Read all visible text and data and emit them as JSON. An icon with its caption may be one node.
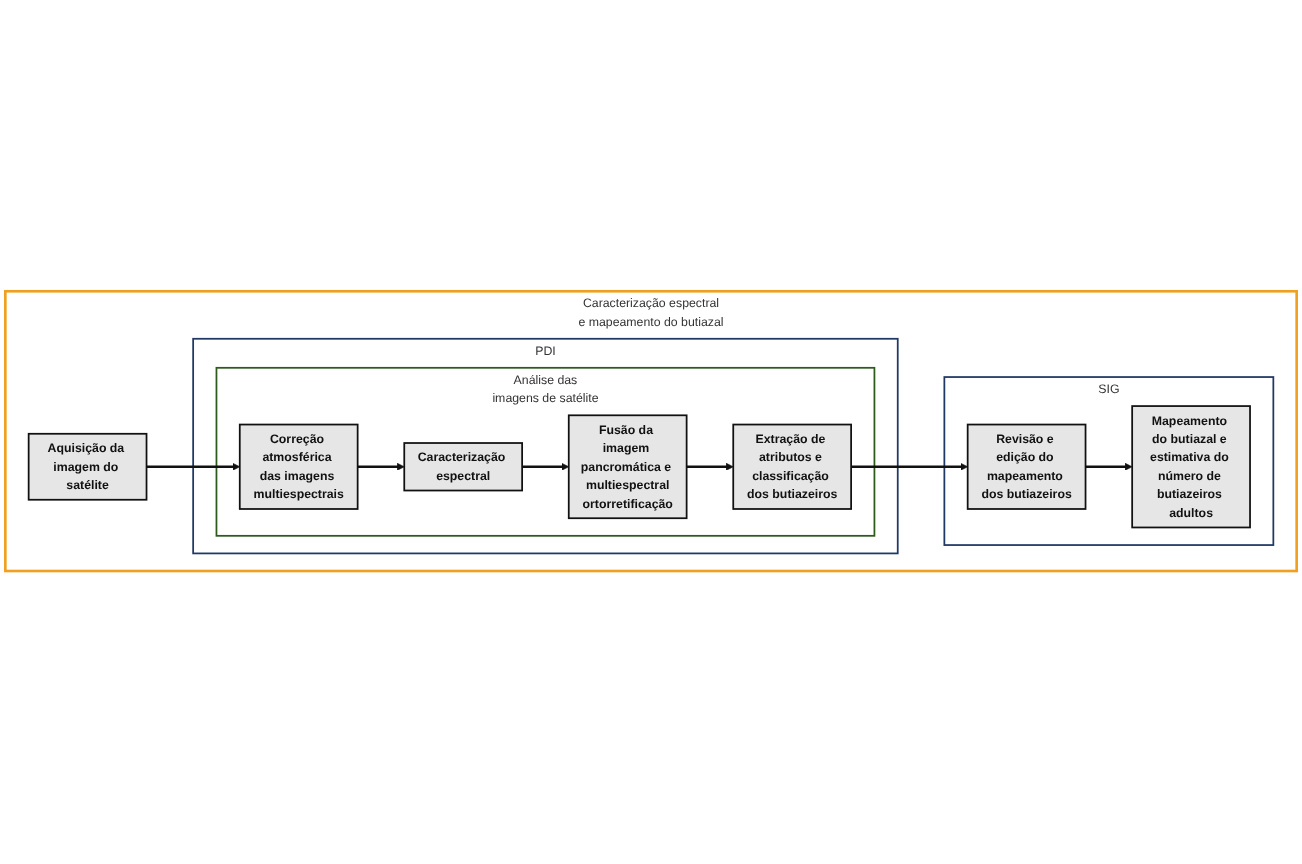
{
  "diagram": {
    "nodes": [
      {
        "text": [
          "Caracterização espectral e mapeamento do butiazal"
        ]
      },
      {
        "text": [
          "PDI"
        ],
        "in": 0
      },
      {
        "text": [
          "Análise das imagens de satélite"
        ],
        "in": 1
      },
      {
        "text": [
          "Aquisição da imagem do satélite"
        ],
        "in": 0
      },
      {
        "text": [
          "Correção atmosférica das imagens multiespectrais"
        ],
        "in": 2
      },
      {
        "text": [
          "Caracterização espectral"
        ],
        "in": 2
      },
      {
        "text": [
          "Fusão da imagem pancromática e multiespectral",
          "ortorretificação"
        ],
        "in": 2
      },
      {
        "text": [
          "Extração de atributos e classificação dos butiazeiros"
        ],
        "in": 2
      },
      {
        "text": [
          "SIG"
        ],
        "in": 0
      },
      {
        "text": [
          "Mapeamento do butiazal e estimativa do número de butiazeiros adultos"
        ],
        "in": 8
      },
      {
        "text": [
          "Revisão e edição do mapeamento dos butiazeiros"
        ],
        "in": 8
      }
    ],
    "edges": [
      {
        "from": 3,
        "to": 4,
        "arrow": "to"
      },
      {
        "from": 4,
        "to": 5,
        "arrow": "to"
      },
      {
        "from": 5,
        "to": 6,
        "arrow": "to"
      },
      {
        "from": 6,
        "to": 7,
        "arrow": "to"
      },
      {
        "from": 7,
        "to": 10,
        "arrow": "to"
      },
      {
        "from": 10,
        "to": 9,
        "arrow": "to"
      }
    ]
  }
}
